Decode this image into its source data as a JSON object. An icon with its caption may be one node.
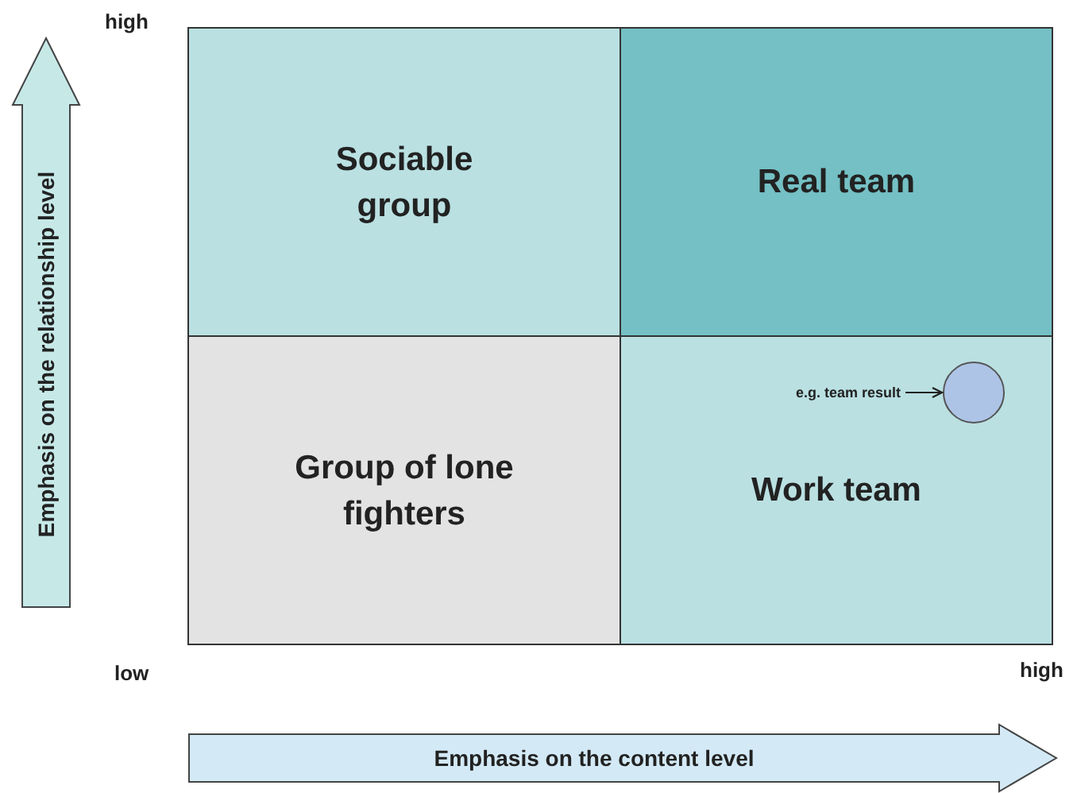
{
  "diagram": {
    "nodes": [
      {
        "text": [
          "Sociable group"
        ]
      },
      {
        "text": [
          "Real team"
        ]
      },
      {
        "text": [
          "Group of lone fighters"
        ]
      },
      {
        "text": [
          "Work team"
        ]
      },
      {
        "text": [
          "e.g. team result"
        ],
        "in": 3
      },
      {
        "text": [],
        "shape": "circle",
        "in": 3
      },
      {
        "text": [
          "Emphasis on the relationship level"
        ]
      },
      {
        "text": [
          "Emphasis on the content level"
        ]
      }
    ],
    "edges": [
      {
        "from": 4,
        "to": 5,
        "arrow": "to"
      }
    ],
    "labels": [
      "high",
      "low",
      "high"
    ]
  }
}
